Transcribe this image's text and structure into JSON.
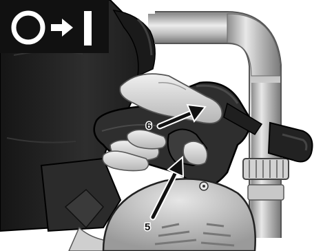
{
  "figure": {
    "callouts": [
      {
        "id": "5",
        "label": "5"
      },
      {
        "id": "6",
        "label": "6"
      }
    ]
  },
  "colors": {
    "badge_background": "#111111",
    "badge_symbol": "#ffffff",
    "tank_body": "#2a2a2a",
    "pipe_metal": "#b9b9b9",
    "handle": "#3a3a3a",
    "glove": "#d9d9d9",
    "arrow": "#111111"
  },
  "icons": {
    "badge": "off-to-on-switch-symbol"
  }
}
